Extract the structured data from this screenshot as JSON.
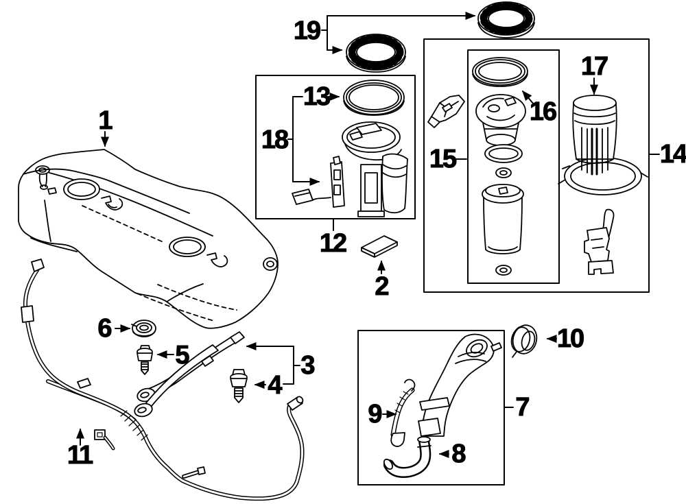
{
  "diagram": {
    "type": "exploded-parts-diagram",
    "subject": "fuel tank, fuel pump module, fuel filter and filler neck components",
    "background_color": "#ffffff",
    "line_color": "#000000",
    "callouts": [
      {
        "num": "1"
      },
      {
        "num": "2"
      },
      {
        "num": "3"
      },
      {
        "num": "4"
      },
      {
        "num": "5"
      },
      {
        "num": "6"
      },
      {
        "num": "7"
      },
      {
        "num": "8"
      },
      {
        "num": "9"
      },
      {
        "num": "10"
      },
      {
        "num": "11"
      },
      {
        "num": "12"
      },
      {
        "num": "13"
      },
      {
        "num": "14"
      },
      {
        "num": "15"
      },
      {
        "num": "16"
      },
      {
        "num": "17"
      },
      {
        "num": "18"
      },
      {
        "num": "19"
      }
    ]
  }
}
